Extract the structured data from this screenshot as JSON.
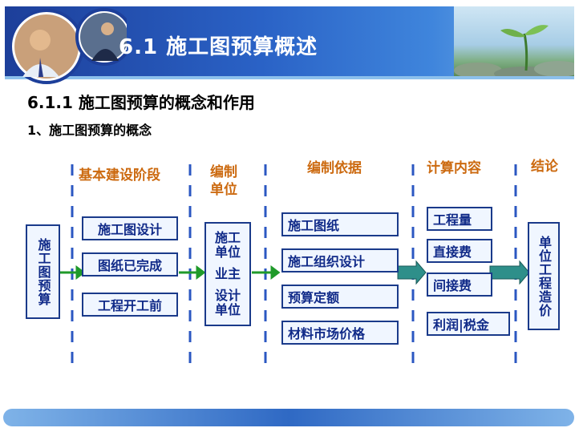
{
  "header": {
    "title": "6.1  施工图预算概述"
  },
  "section": {
    "subtitle": "6.1.1  施工图预算的概念和作用",
    "point": "1、施工图预算的概念"
  },
  "columns": {
    "stage": "基本建设阶段",
    "unit_line1": "编制",
    "unit_line2": "单位",
    "basis": "编制依据",
    "content": "计算内容",
    "conclusion": "结论"
  },
  "boxes": {
    "start": "施工图预算",
    "stages": [
      "施工图设计",
      "图纸已完成",
      "工程开工前"
    ],
    "unit_1": "施工单位",
    "unit_2": "业主",
    "unit_3": "设计单位",
    "basis": [
      "施工图纸",
      "施工组织设计",
      "预算定额",
      "材料市场价格"
    ],
    "content": [
      "工程量",
      "直接费",
      "间接费",
      "利润|税金"
    ],
    "result": "单位工程造价"
  },
  "colors": {
    "accent": "#cc6a10",
    "box_border": "#1a3a8a",
    "box_text": "#102a88",
    "arrow_green": "#1f9a2a",
    "arrow_teal": "#2e8f8a",
    "divider": "#2b57c2"
  }
}
